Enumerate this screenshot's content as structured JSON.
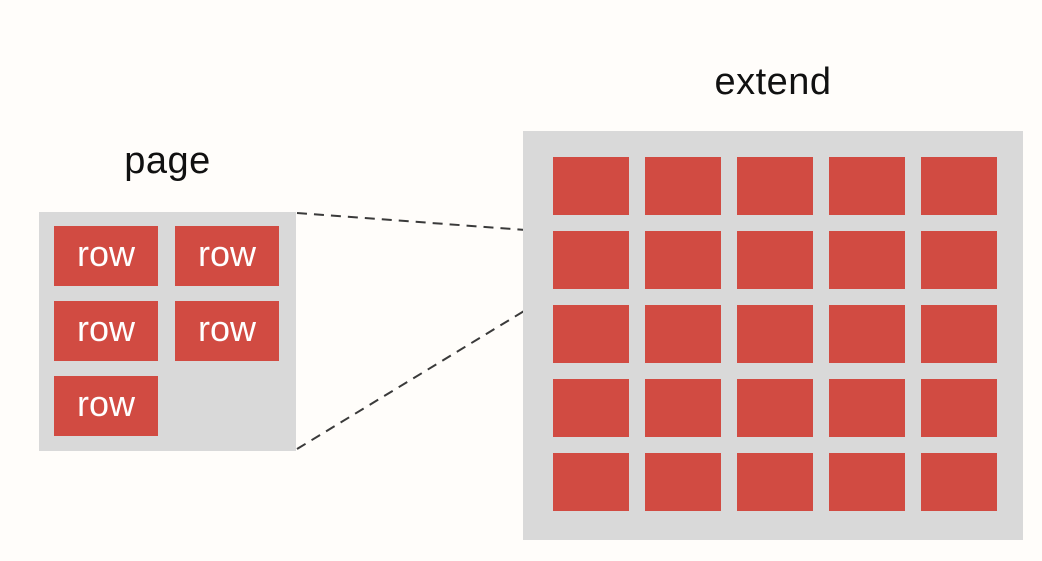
{
  "diagram": {
    "page": {
      "title": "page",
      "columns": 2,
      "rows": [
        {
          "label": "row"
        },
        {
          "label": "row"
        },
        {
          "label": "row"
        },
        {
          "label": "row"
        },
        {
          "label": "row"
        }
      ]
    },
    "extend": {
      "title": "extend",
      "grid": {
        "rows": 5,
        "cols": 5,
        "cell_count": 25
      }
    },
    "connectors": {
      "style": "dashed",
      "links_page_to": "extend grid row 2, column 1 cell"
    },
    "colors": {
      "cell_red": "#d14b42",
      "panel_gray": "#d9d9d9",
      "connector": "#3a3a3a",
      "background": "#fffdfa",
      "title_text": "#111111",
      "cell_text": "#ffffff"
    }
  }
}
